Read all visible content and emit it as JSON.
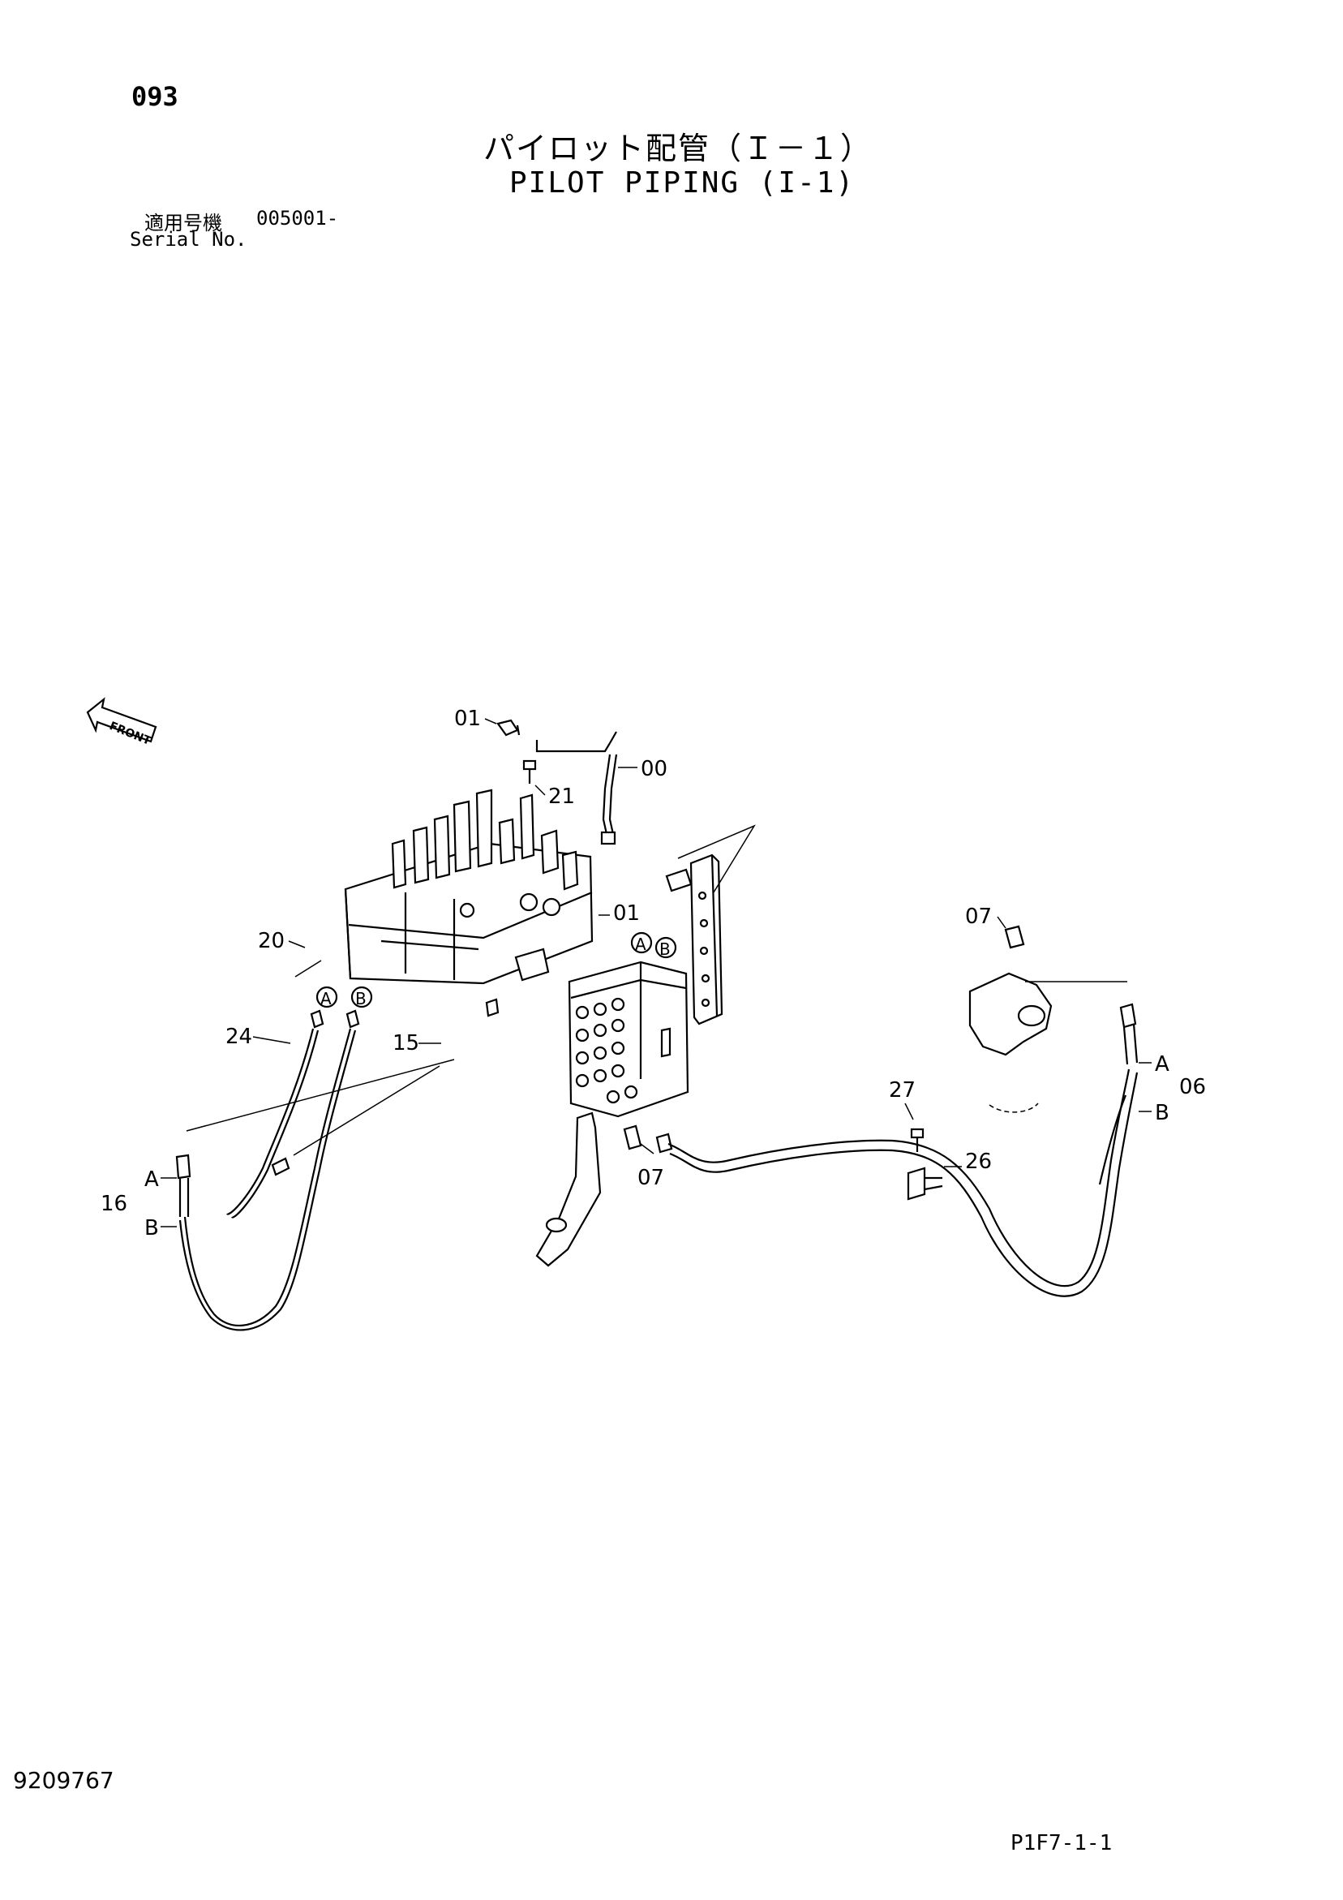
{
  "header": {
    "page_number": "093",
    "title_ja": "パイロット配管（Ｉ－１）",
    "title_en": "PILOT PIPING (I-1)",
    "serial_label_ja": "適用号機",
    "serial_value": "005001-",
    "serial_label_en": "Serial No."
  },
  "diagram": {
    "front_indicator": "FRONT",
    "part_callouts": [
      "01",
      "00",
      "21",
      "01",
      "20",
      "24",
      "15",
      "16",
      "07",
      "06",
      "27",
      "26",
      "07"
    ],
    "port_markers": [
      "A",
      "B",
      "A",
      "B",
      "A",
      "B",
      "A",
      "B"
    ]
  },
  "footer": {
    "document_number": "9209767",
    "page_reference": "P1F7-1-1"
  }
}
